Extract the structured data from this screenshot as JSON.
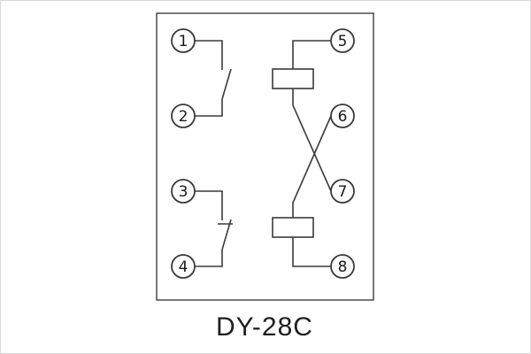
{
  "title": "DY-28C",
  "colors": {
    "line": "#3a3a3a",
    "frame": "#4a4a4a",
    "text": "#1a1a1a",
    "background": "#ffffff",
    "border": "#d9d9d9"
  },
  "terminals": [
    {
      "label": "1"
    },
    {
      "label": "2"
    },
    {
      "label": "3"
    },
    {
      "label": "4"
    },
    {
      "label": "5"
    },
    {
      "label": "6"
    },
    {
      "label": "7"
    },
    {
      "label": "8"
    }
  ]
}
